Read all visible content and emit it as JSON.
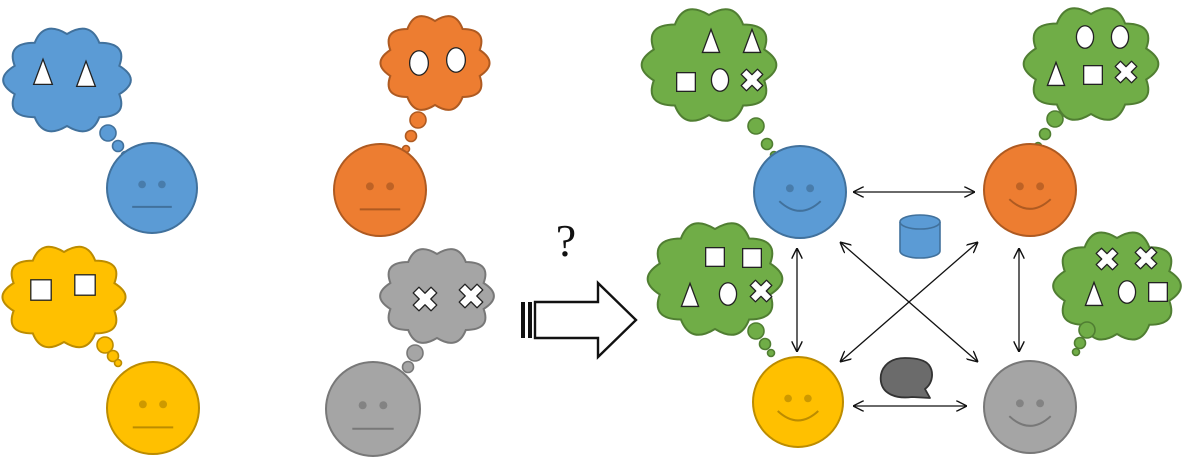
{
  "labels": {
    "question_mark": "?"
  },
  "colors": {
    "blue": "#5b9bd5",
    "blue_stroke": "#41719c",
    "orange": "#ed7d31",
    "orange_stroke": "#ae5a21",
    "yellow": "#ffc000",
    "yellow_stroke": "#bc8c00",
    "gray": "#a5a5a5",
    "gray_stroke": "#787878",
    "green": "#70ad47",
    "green_stroke": "#507e32",
    "database": "#5b9bd5",
    "speech": "#6b6b6b"
  },
  "agents_before": [
    {
      "name": "blue",
      "color": "blue",
      "expression": "neutral",
      "thoughts": [
        "triangle",
        "triangle"
      ]
    },
    {
      "name": "orange",
      "color": "orange",
      "expression": "neutral",
      "thoughts": [
        "circle",
        "circle"
      ]
    },
    {
      "name": "yellow",
      "color": "yellow",
      "expression": "neutral",
      "thoughts": [
        "square",
        "square"
      ]
    },
    {
      "name": "gray",
      "color": "gray",
      "expression": "neutral",
      "thoughts": [
        "cross",
        "cross"
      ]
    }
  ],
  "agents_after": [
    {
      "name": "blue",
      "color": "blue",
      "expression": "smile",
      "thoughts": [
        "triangle",
        "triangle",
        "square",
        "circle",
        "cross"
      ]
    },
    {
      "name": "orange",
      "color": "orange",
      "expression": "smile",
      "thoughts": [
        "circle",
        "circle",
        "triangle",
        "square",
        "cross"
      ]
    },
    {
      "name": "yellow",
      "color": "yellow",
      "expression": "smile",
      "thoughts": [
        "square",
        "square",
        "triangle",
        "circle",
        "cross"
      ]
    },
    {
      "name": "gray",
      "color": "gray",
      "expression": "smile",
      "thoughts": [
        "cross",
        "cross",
        "triangle",
        "circle",
        "square"
      ]
    }
  ],
  "connections": [
    [
      "blue",
      "orange"
    ],
    [
      "blue",
      "yellow"
    ],
    [
      "blue",
      "gray"
    ],
    [
      "orange",
      "yellow"
    ],
    [
      "orange",
      "gray"
    ],
    [
      "yellow",
      "gray"
    ]
  ],
  "icons": [
    "database-icon",
    "speech-bubble-icon",
    "block-arrow-icon"
  ]
}
